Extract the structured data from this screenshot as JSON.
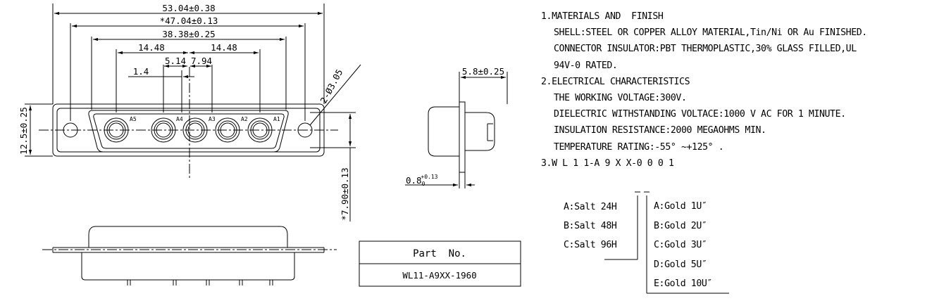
{
  "front_view": {
    "dims": {
      "overall": "53.04±0.38",
      "mount_holes": "*47.04±0.13",
      "shell": "38.38±0.25",
      "left_pitch": "14.48",
      "right_pitch": "14.48",
      "offset_a": "1.4",
      "offset_b": "5.14",
      "offset_c": "7.94",
      "hole_dia": "2-Ø3.05",
      "height": "12.5±0.25",
      "depth": "*7.90±0.13"
    },
    "pins": [
      "A5",
      "A4",
      "A3",
      "A2",
      "A1"
    ]
  },
  "side_view": {
    "dims": {
      "length": "5.8±0.25",
      "flange_base": "0.8",
      "flange_tol_upper": "+0.13",
      "flange_tol_lower": "0"
    }
  },
  "part_box": {
    "header": "Part  No.",
    "value": "WL11-A9XX-1960"
  },
  "notes": {
    "s1_title": "1.MATERIALS AND  FINISH",
    "s1_l1": "SHELL:STEEL OR COPPER ALLOY MATERIAL,Tin/Ni OR Au FINISHED.",
    "s1_l2": "CONNECTOR INSULATOR:PBT THERMOPLASTIC,30% GLASS FILLED,UL",
    "s1_l3": "94V-0 RATED.",
    "s2_title": "2.ELECTRICAL CHARACTERISTICS",
    "s2_l1": "THE WORKING VOLTAGE:300V.",
    "s2_l2": "DIELECTRIC WITHSTANDING VOLTACE:1000 V AC FOR 1 MINUTE.",
    "s2_l3": "INSULATION RESISTANCE:2000 MEGAOHMS MIN.",
    "s2_l4": "TEMPERATURE RATING:-55° ~+125° .",
    "s3_code": "3.W L 1 1-A 9 X X-0 0 0 1"
  },
  "salt_options": [
    "A:Salt 24H",
    "B:Salt 48H",
    "C:Salt 96H"
  ],
  "gold_options": [
    "A:Gold 1U″",
    "B:Gold 2U″",
    "C:Gold 3U″",
    "D:Gold 5U″",
    "E:Gold 10U″"
  ]
}
